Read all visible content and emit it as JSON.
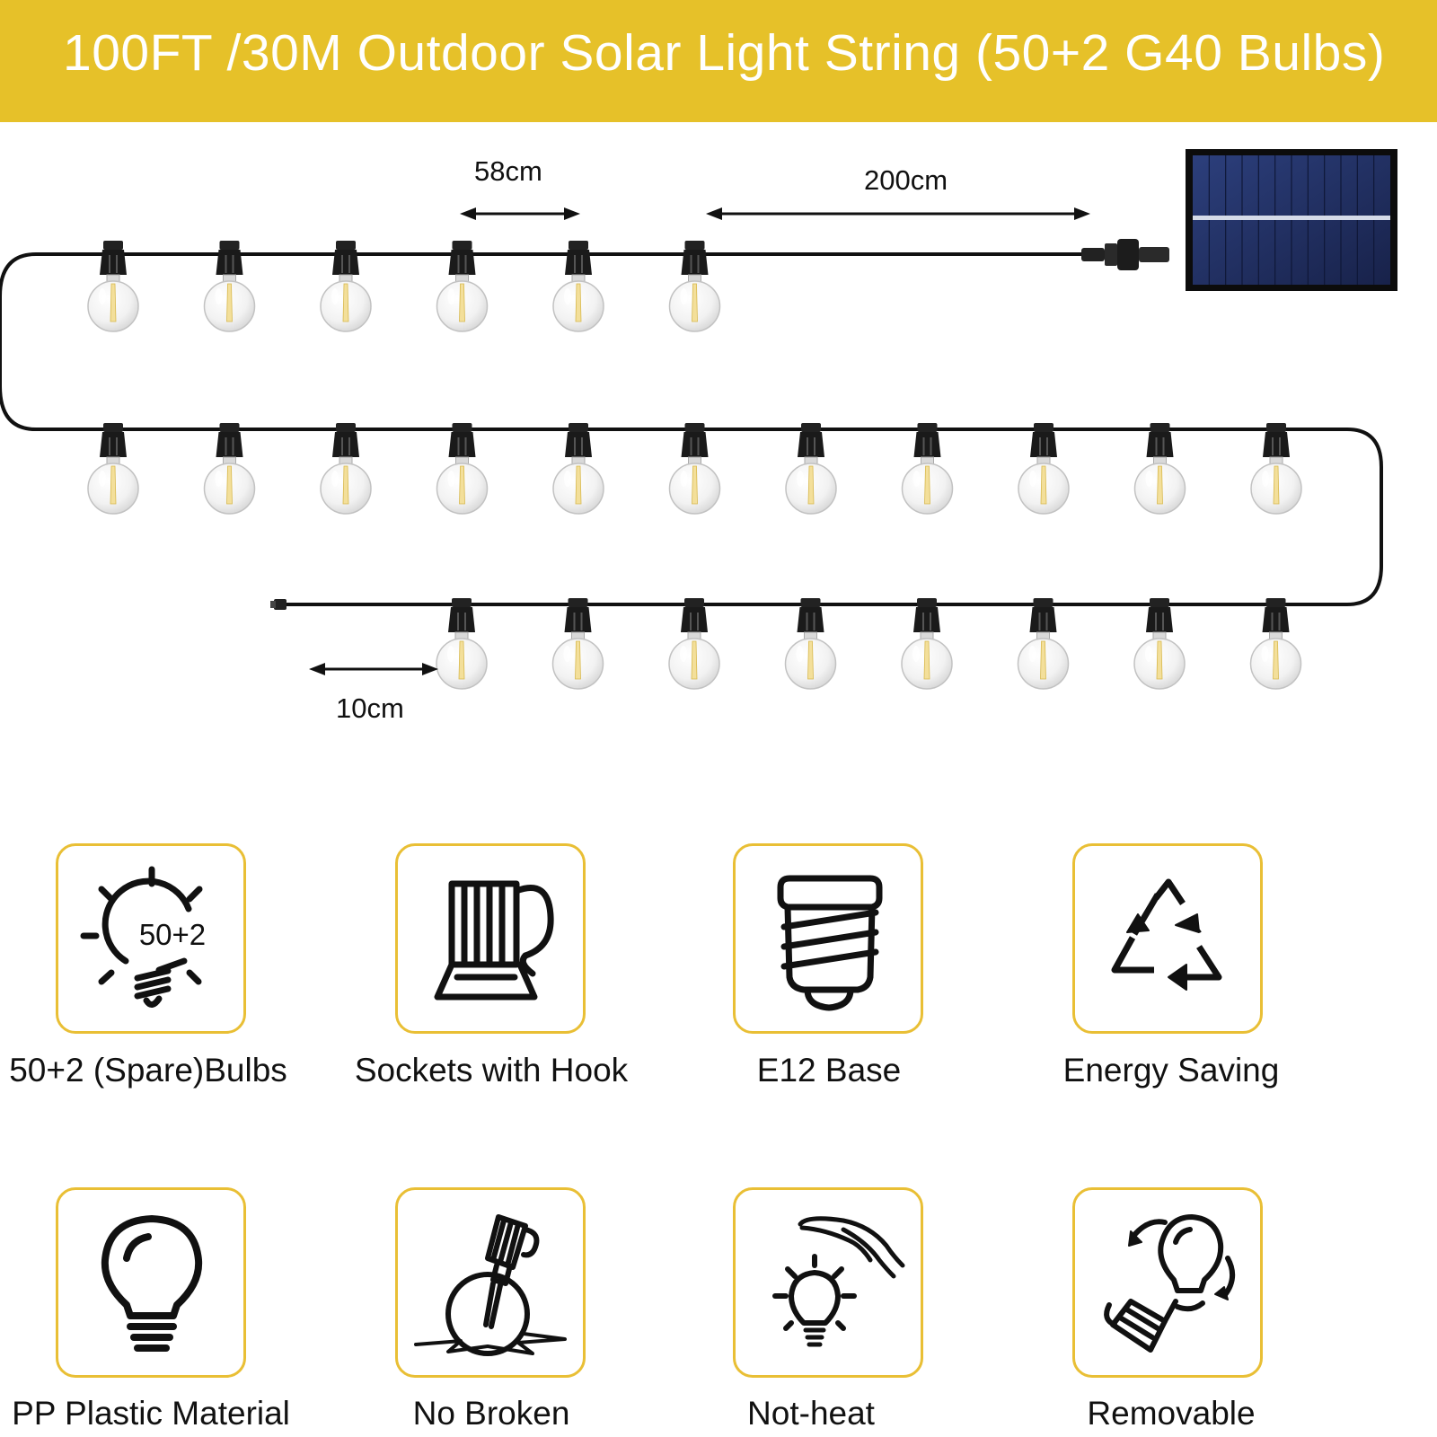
{
  "banner": {
    "title": "100FT /30M Outdoor Solar Light String (50+2 G40 Bulbs)",
    "color": "#e6c129"
  },
  "diagram": {
    "rows": [
      {
        "bulb_count": 6
      },
      {
        "bulb_count": 11
      },
      {
        "bulb_count": 8
      }
    ],
    "dimensions": {
      "bulb_spacing": "58cm",
      "lead_cable": "200cm",
      "end_cable": "10cm"
    },
    "icons": [
      "solar-panel-icon",
      "bulb-icon",
      "end-cap-icon"
    ]
  },
  "features": [
    {
      "icon": "spare-bulbs-icon",
      "badge": "50+2",
      "label": "50+2 (Spare)Bulbs"
    },
    {
      "icon": "socket-hook-icon",
      "label": "Sockets with Hook"
    },
    {
      "icon": "e12-base-icon",
      "label": "E12 Base"
    },
    {
      "icon": "recycle-icon",
      "label": "Energy Saving"
    },
    {
      "icon": "plastic-bulb-icon",
      "label": "PP Plastic Material"
    },
    {
      "icon": "shatterproof-bulb-icon",
      "label": "No Broken"
    },
    {
      "icon": "hand-bulb-icon",
      "label": "Not-heat"
    },
    {
      "icon": "rotate-bulb-icon",
      "label": "Removable"
    }
  ],
  "colors": {
    "card_border": "#e9bf35",
    "cable": "#111111",
    "panel": "#1f2d5c"
  }
}
